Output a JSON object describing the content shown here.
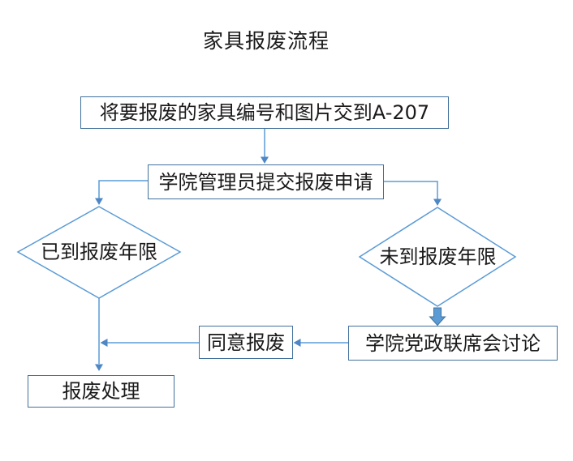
{
  "title": "家具报废流程",
  "colors": {
    "connector": "#5B9BD5",
    "box_border": "#41719C",
    "arrowhead": "#4E87C5",
    "block_arrow_fill": "#5B9BD5",
    "block_arrow_border": "#41719C",
    "text": "#1A1A1A",
    "background": "#FFFFFF"
  },
  "nodes": {
    "submit_info": "将要报废的家具编号和图片交到A-207",
    "admin_apply": "学院管理员提交报废申请",
    "reached_limit": "已到报废年限",
    "not_reached_limit": "未到报废年限",
    "joint_meeting": "学院党政联席会讨论",
    "agree_scrap": "同意报废",
    "dispose": "报废处理"
  }
}
